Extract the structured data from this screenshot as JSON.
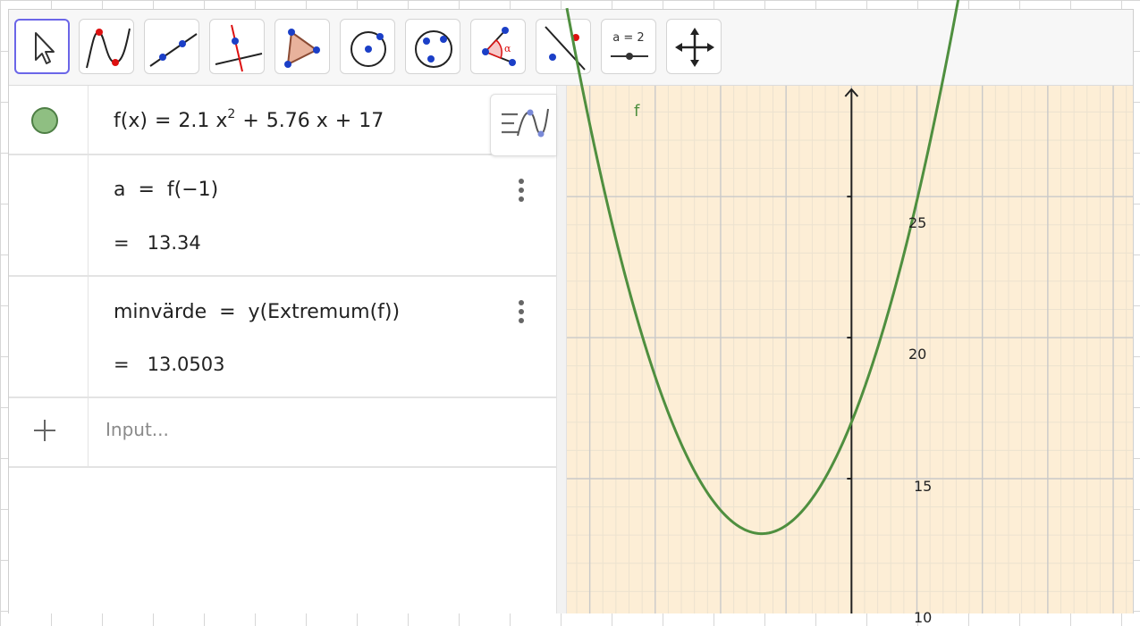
{
  "toolbar": {
    "tools": [
      {
        "icon": "move-arrow-icon",
        "selected": true
      },
      {
        "icon": "function-graph-icon"
      },
      {
        "icon": "line-through-points-icon"
      },
      {
        "icon": "perpendicular-line-icon"
      },
      {
        "icon": "polygon-icon"
      },
      {
        "icon": "circle-center-point-icon"
      },
      {
        "icon": "circle-three-points-icon"
      },
      {
        "icon": "angle-icon"
      },
      {
        "icon": "reflect-about-line-icon"
      },
      {
        "icon": "slider-icon",
        "label": "a = 2"
      },
      {
        "icon": "move-graphics-view-icon"
      }
    ]
  },
  "algebra": {
    "items": [
      {
        "name": "f(x)",
        "definition_lhs": "f(x)",
        "eq": "=",
        "coef_a": "2.1",
        "var": "x",
        "exp": "2",
        "plus1": "+",
        "coef_b": "5.76",
        "var2": "x",
        "plus2": "+",
        "const": "17",
        "color": "#4e7f45"
      },
      {
        "definition": "a  =  f(−1)",
        "result": "=   13.34"
      },
      {
        "definition": "minvärde  =  y(Extremum(f))",
        "result": "=   13.0503"
      }
    ],
    "input_placeholder": "Input..."
  },
  "graphics": {
    "function_label": "f",
    "function_color": "#4f8f3f",
    "background": "#fdeed6",
    "y_tick_labels": [
      "25",
      "20",
      "15",
      "10"
    ],
    "function": {
      "a": 2.1,
      "b": 5.76,
      "c": 17
    },
    "view": {
      "x_min": -4.35,
      "x_max": 4.3,
      "y_min": 10.22,
      "y_max": 28.93
    }
  }
}
